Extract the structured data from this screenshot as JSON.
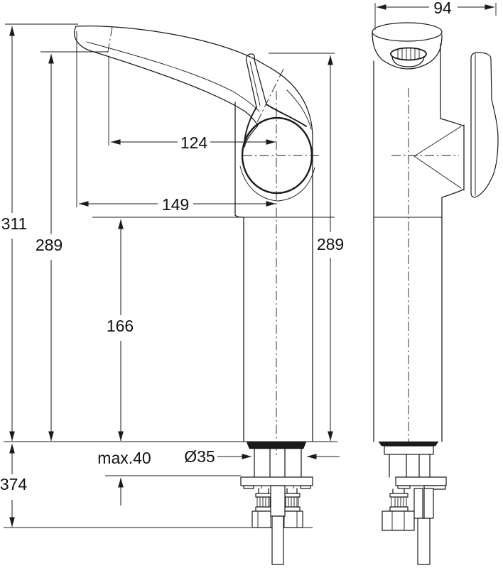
{
  "drawing": {
    "kind": "technical-dimension-drawing",
    "subject": "tall single-lever basin mixer tap, front and side elevations",
    "units": "mm",
    "background_color": "#ffffff",
    "line_color": "#1a1a1a",
    "dimensions": {
      "total_height": "311",
      "spout_outlet_height": "289",
      "spout_tip_to_axis": "124",
      "spout_reach_to_axis": "149",
      "body_shoulder_height": "166",
      "handle_top_height": "289",
      "below_counter_length": "374",
      "max_counter_thickness": "max.40",
      "shank_diameter": "Ø35",
      "body_depth": "94"
    }
  }
}
